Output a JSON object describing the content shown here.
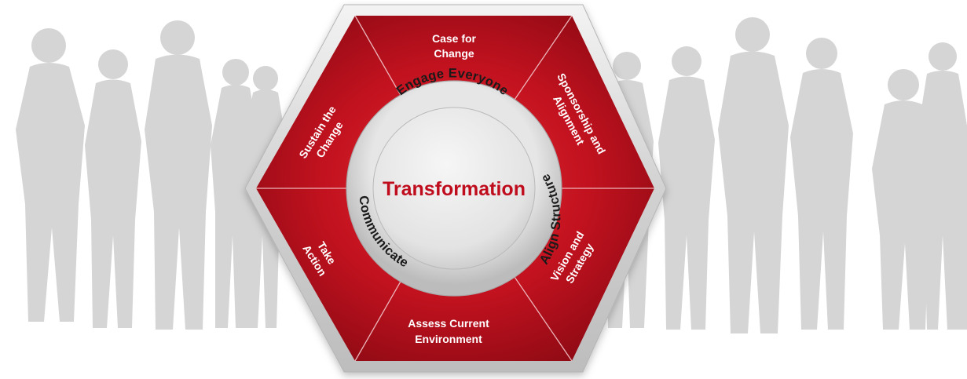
{
  "diagram": {
    "center_label": "Transformation",
    "ring_labels": {
      "engage": "Engage Everyone",
      "align": "Align Structure",
      "communicate": "Communicate"
    },
    "segments": {
      "top": [
        "Case for",
        "Change"
      ],
      "upper_right": [
        "Sponsorship and",
        "Alignment"
      ],
      "lower_right": [
        "Vision and",
        "Strategy"
      ],
      "bottom": [
        "Assess Current",
        "Environment"
      ],
      "lower_left": [
        "Take",
        "Action"
      ],
      "upper_left": [
        "Sustain the",
        "Change"
      ]
    },
    "colors": {
      "segment_red": "#c3121f",
      "segment_dark": "#8e0a14",
      "frame_silver": "#d9d9d9",
      "center_text": "#c00d1e",
      "silhouettes": "#d5d5d5"
    }
  }
}
